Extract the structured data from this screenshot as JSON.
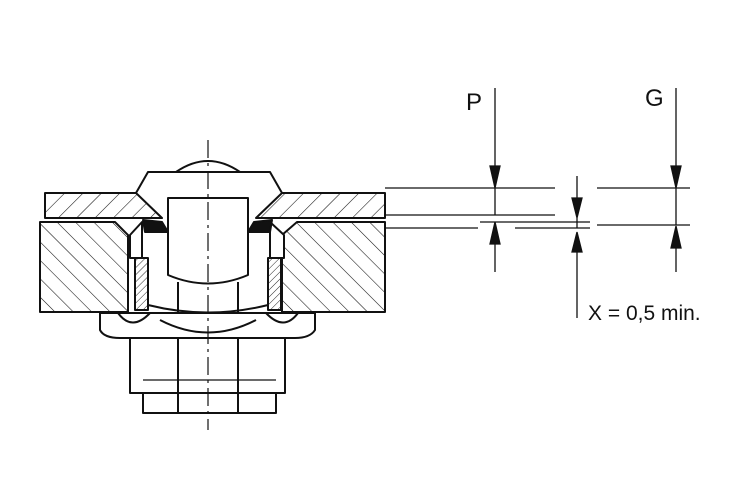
{
  "labels": {
    "p": "P",
    "g": "G",
    "x_note": "X = 0,5 min."
  },
  "colors": {
    "ink": "#111111",
    "background": "#ffffff"
  }
}
